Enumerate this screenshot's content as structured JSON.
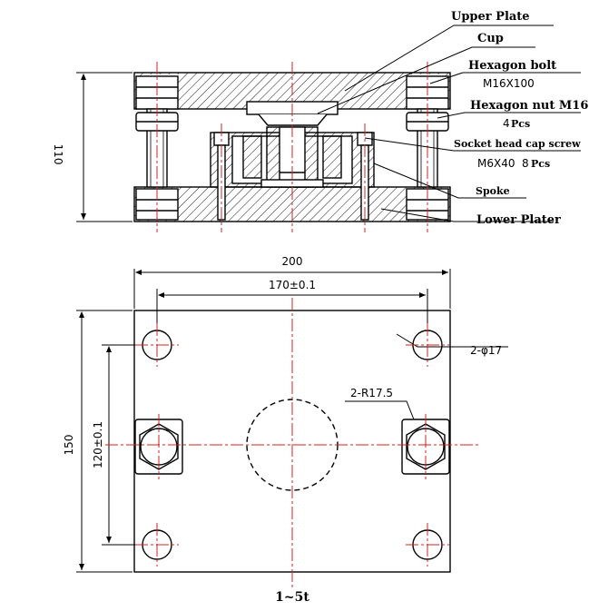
{
  "side_view": {
    "labels": {
      "upper_plate": "Upper Plate",
      "cup": "Cup",
      "hex_bolt": "Hexagon bolt",
      "hex_bolt_spec": "M16X100",
      "hex_nut": "Hexagon nut M16",
      "hex_nut_qty": "4",
      "hex_nut_qty_unit": "Pcs",
      "socket_screw": "Socket head cap screw",
      "socket_screw_spec": "M6X40",
      "socket_screw_qty": "8",
      "socket_screw_qty_unit": "Pcs",
      "spoke": "Spoke",
      "lower_plate": "Lower Plater"
    },
    "height_dim": "110"
  },
  "top_view": {
    "width_dim": "200",
    "hole_spacing_dim": "170±0.1",
    "height_dim": "150",
    "hole_vspacing_dim": "120±0.1",
    "hole_callout": "2-φ17",
    "radius_callout": "2-R17.5"
  },
  "caption": "1~5t"
}
